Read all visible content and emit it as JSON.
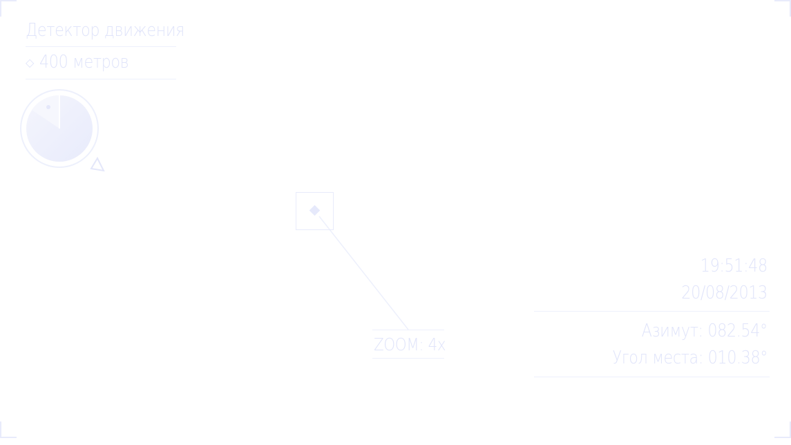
{
  "panel": {
    "title": "Детектор движения",
    "range_icon": "diamond-outline-icon",
    "range_icon_glyph": "◇",
    "range": "400 метров"
  },
  "target": {
    "marker_icon": "diamond-marker-icon",
    "zoom": "ZOOM: 4x"
  },
  "status": {
    "time": "19:51:48",
    "date": "20/08/2013",
    "azimuth": "Азимут: 082.54°",
    "elevation": "Угол места: 010.38°"
  },
  "colors": {
    "accent": "#e0e4fa",
    "line": "#edf0fc",
    "background": "#ffffff"
  }
}
